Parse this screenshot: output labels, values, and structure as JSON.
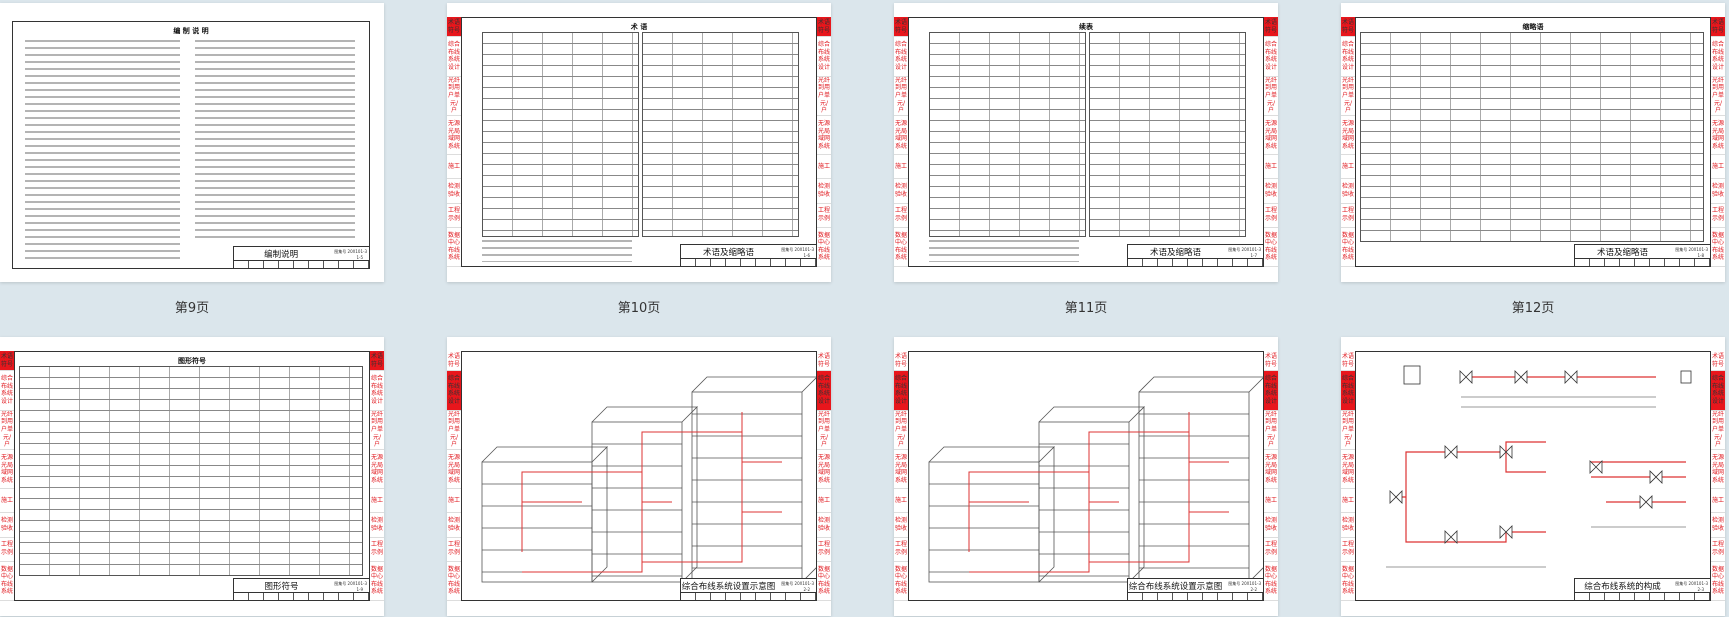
{
  "side_tabs": [
    "术语符号",
    "综合布线系统设计",
    "光纤到用户单元/户",
    "无源光局域网系统",
    "施工",
    "检测验收",
    "工程示例",
    "数据中心布线系统"
  ],
  "atlas_label": "图集号",
  "atlas_number": "20X101-3",
  "pages": [
    {
      "label": "第9页",
      "heading": "编 制 说 明",
      "title": "编制说明",
      "sheet": "1-5",
      "kind": "text",
      "tabs": false,
      "active_tab": null
    },
    {
      "label": "第10页",
      "heading": "术 语",
      "title": "术语及缩略语",
      "sheet": "1-6",
      "kind": "table",
      "tabs": true,
      "active_tab": 0
    },
    {
      "label": "第11页",
      "heading": "续表",
      "title": "术语及缩略语",
      "sheet": "1-7",
      "kind": "table",
      "tabs": true,
      "active_tab": 0
    },
    {
      "label": "第12页",
      "heading": "缩略语",
      "title": "术语及缩略语",
      "sheet": "1-8",
      "kind": "grid",
      "tabs": true,
      "active_tab": 0
    },
    {
      "label": null,
      "heading": "图形符号",
      "title": "图形符号",
      "sheet": "1-9",
      "kind": "grid",
      "tabs": true,
      "active_tab": 0
    },
    {
      "label": null,
      "heading": "",
      "title": "综合布线系统设置示意图",
      "sheet": "2-2",
      "kind": "building",
      "tabs": true,
      "active_tab": 1
    },
    {
      "label": null,
      "heading": "",
      "title": "综合布线系统设置示意图",
      "sheet": "2-2",
      "kind": "building",
      "tabs": true,
      "active_tab": 1
    },
    {
      "label": null,
      "heading": "",
      "title": "综合布线系统的构成",
      "sheet": "2-3",
      "kind": "flow",
      "tabs": true,
      "active_tab": 1
    }
  ],
  "colors": {
    "accent": "#e8161c",
    "background": "#dbe6ec"
  }
}
